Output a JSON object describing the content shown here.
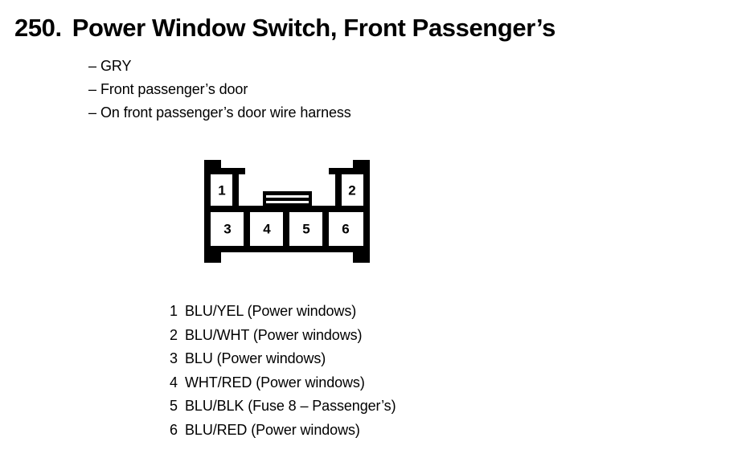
{
  "header": {
    "number": "250.",
    "title": "Power Window Switch, Front Passenger’s"
  },
  "attributes": {
    "dash": "–",
    "items": [
      {
        "text": "GRY"
      },
      {
        "text": "Front passenger’s door"
      },
      {
        "text": "On front passenger’s door wire harness"
      }
    ]
  },
  "connector": {
    "name": "6-pin connector",
    "top_row_pins": [
      "1",
      "2"
    ],
    "bottom_row_pins": [
      "3",
      "4",
      "5",
      "6"
    ],
    "center_tab": "locking-tab",
    "line_color": "#000000",
    "fill_color": "#ffffff"
  },
  "pin_legend": {
    "rows": [
      {
        "pin": "1",
        "desc": "BLU/YEL (Power windows)"
      },
      {
        "pin": "2",
        "desc": "BLU/WHT (Power windows)"
      },
      {
        "pin": "3",
        "desc": "BLU (Power windows)"
      },
      {
        "pin": "4",
        "desc": "WHT/RED (Power windows)"
      },
      {
        "pin": "5",
        "desc": "BLU/BLK (Fuse 8 – Passenger’s)"
      },
      {
        "pin": "6",
        "desc": "BLU/RED (Power windows)"
      }
    ]
  }
}
